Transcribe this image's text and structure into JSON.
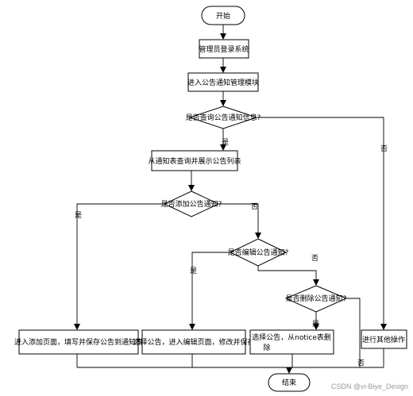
{
  "flowchart": {
    "start": "开始",
    "admin_login": "管理员登录系统",
    "enter_module": "进入公告通知管理模块",
    "decision_query": "是否查询公告通知信息?",
    "list_display": "从通知表查询并展示公告列表",
    "decision_add": "是否添加公告通知?",
    "decision_edit": "是否编辑公告通知?",
    "decision_delete": "是否删除公告通知?",
    "action_add": "进入添加页面，填写并保存公告到通知表",
    "action_edit": "选择公告，进入编辑页面，修改并保存",
    "action_delete_line1": "选择公告，从notice表删",
    "action_delete_line2": "除",
    "action_other": "进行其他操作",
    "end": "结束"
  },
  "edge_labels": {
    "query_yes": "是",
    "query_no": "否",
    "add_yes": "是",
    "add_no": "否",
    "edit_yes": "是",
    "edit_no": "否",
    "delete_yes": "是",
    "delete_no": "否"
  },
  "watermark": "CSDN @vi-Biye_Design"
}
